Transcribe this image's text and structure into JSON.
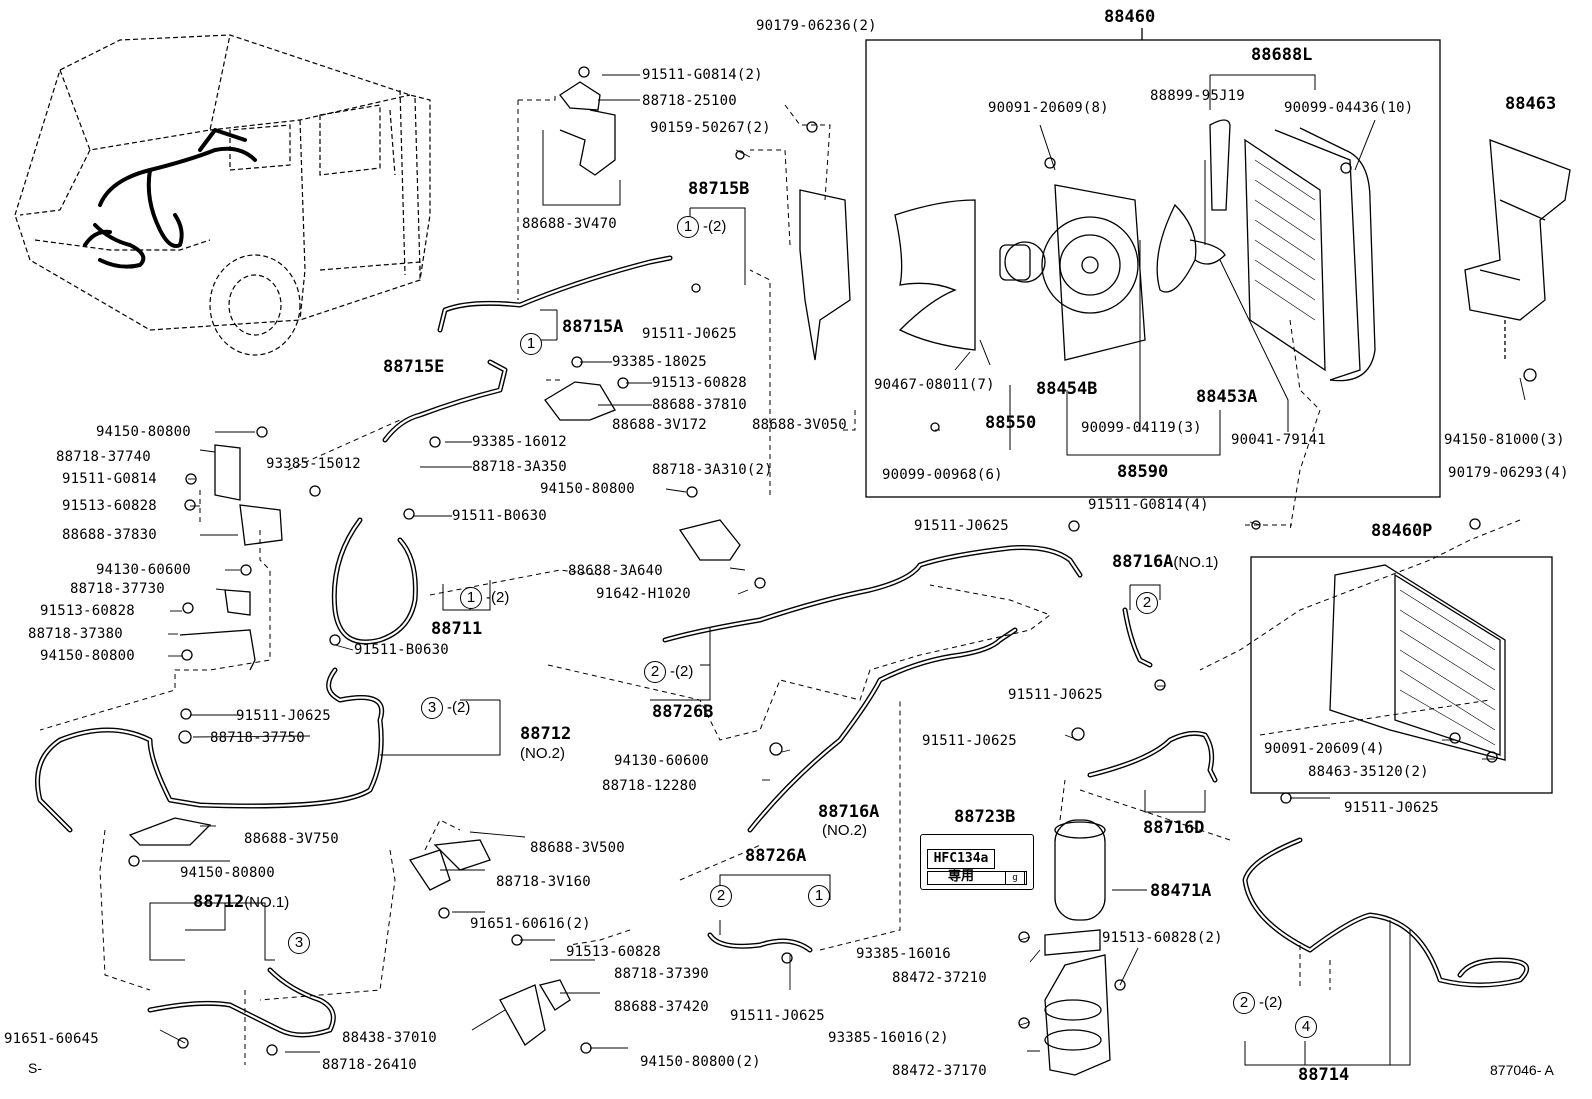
{
  "parts": {
    "p88460": "88460",
    "p88688L": "88688L",
    "p88463": "88463",
    "p90179_06236": "90179-06236(2)",
    "p91511_G0814_2": "91511-G0814(2)",
    "p88718_25100": "88718-25100",
    "p90159_50267": "90159-50267(2)",
    "p88715B": "88715B",
    "p88688_3V470": "88688-3V470",
    "p88715A": "88715A",
    "p91511_J0625_a": "91511-J0625",
    "p93385_18025": "93385-18025",
    "p91513_60828_a": "91513-60828",
    "p88688_37810": "88688-37810",
    "p88688_3V172": "88688-3V172",
    "p88688_3V050": "88688-3V050",
    "p88715E": "88715E",
    "p94150_80800_a": "94150-80800",
    "p88718_37740": "88718-37740",
    "p93385_16012": "93385-16012",
    "p93385_15012": "93385-15012",
    "p88718_3A350": "88718-3A350",
    "p91511_G0814_b": "91511-G0814",
    "p91513_60828_b": "91513-60828",
    "p91511_B0630_a": "91511-B0630",
    "p88688_37830": "88688-37830",
    "p94130_60600_a": "94130-60600",
    "p88718_37730": "88718-37730",
    "p91513_60828_c": "91513-60828",
    "p88718_37380": "88718-37380",
    "p94150_80800_b": "94150-80800",
    "p88711": "88711",
    "p91511_B0630_b": "91511-B0630",
    "p88718_3A310": "88718-3A310(2)",
    "p94150_80800_c": "94150-80800",
    "p88688_3A640": "88688-3A640",
    "p91642_H1020": "91642-H1020",
    "p90091_20609_8": "90091-20609(8)",
    "p88899_95J19": "88899-95J19",
    "p90099_04436": "90099-04436(10)",
    "p90467_08011": "90467-08011(7)",
    "p88454B": "88454B",
    "p88453A": "88453A",
    "p88550": "88550",
    "p90099_04119": "90099-04119(3)",
    "p90041_79141": "90041-79141",
    "p90099_00968": "90099-00968(6)",
    "p88590": "88590",
    "p94150_81000": "94150-81000(3)",
    "p90179_06293": "90179-06293(4)",
    "p91511_G0814_4": "91511-G0814(4)",
    "p91511_J0625_b": "91511-J0625",
    "p88460P": "88460P",
    "p88716A_1": "88716A",
    "p88716A_1_note": "(NO.1)",
    "p88726B": "88726B",
    "p91511_J0625_c": "91511-J0625",
    "p91511_J0625_d": "91511-J0625",
    "p88718_37750": "88718-37750",
    "p88712_2": "88712",
    "p88712_2_note": "(NO.2)",
    "p94130_60600_b": "94130-60600",
    "p88718_12280": "88718-12280",
    "p88716A_2": "88716A",
    "p88716A_2_note": "(NO.2)",
    "p91511_J0625_e": "91511-J0625",
    "p90091_20609_4": "90091-20609(4)",
    "p88463_35120": "88463-35120(2)",
    "p88688_3V750": "88688-3V750",
    "p94150_80800_d": "94150-80800",
    "p88723B": "88723B",
    "p88716D": "88716D",
    "p91511_J0625_f": "91511-J0625",
    "p88688_3V500": "88688-3V500",
    "p88718_3V160": "88718-3V160",
    "p88726A": "88726A",
    "p88471A": "88471A",
    "p88712_1": "88712",
    "p88712_1_note": "(NO.1)",
    "p91651_60616": "91651-60616(2)",
    "p91513_60828_d": "91513-60828",
    "p88718_37390": "88718-37390",
    "p88688_37420": "88688-37420",
    "p93385_16016_a": "93385-16016",
    "p91513_60828_2": "91513-60828(2)",
    "p88472_37210": "88472-37210",
    "p91511_J0625_g": "91511-J0625",
    "p91651_60645": "91651-60645",
    "p88438_37010": "88438-37010",
    "p93385_16016_2": "93385-16016(2)",
    "p88472_37170": "88472-37170",
    "p88718_26410": "88718-26410",
    "p94150_80800_2": "94150-80800(2)",
    "p88714": "88714"
  },
  "markers": {
    "one": "1",
    "two": "2",
    "three": "3",
    "four": "4",
    "qty2": "(2)"
  },
  "hfc_label": {
    "text": "HFC134a 専用",
    "charge": "g"
  },
  "footer": {
    "left": "S-",
    "right": "877046- A"
  }
}
